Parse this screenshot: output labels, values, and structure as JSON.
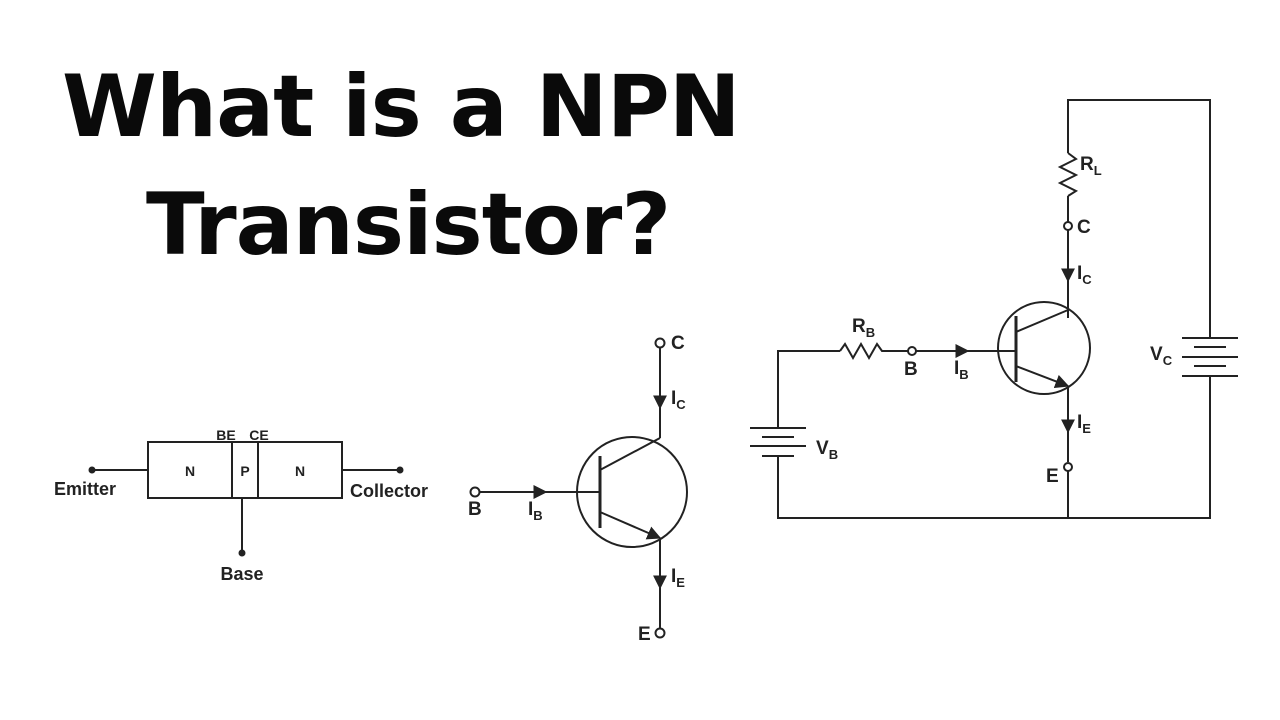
{
  "title": {
    "line1": "What is a NPN",
    "line2": "Transistor?"
  },
  "junction_diagram": {
    "regions": [
      "N",
      "P",
      "N"
    ],
    "junction_labels": [
      "BE",
      "CE"
    ],
    "terminals": {
      "left": "Emitter",
      "right": "Collector",
      "bottom": "Base"
    }
  },
  "symbol_diagram": {
    "collector": "C",
    "base": "B",
    "emitter": "E",
    "collector_current": {
      "main": "I",
      "sub": "C"
    },
    "base_current": {
      "main": "I",
      "sub": "B"
    },
    "emitter_current": {
      "main": "I",
      "sub": "E"
    }
  },
  "circuit_diagram": {
    "load_resistor": {
      "main": "R",
      "sub": "L"
    },
    "base_resistor": {
      "main": "R",
      "sub": "B"
    },
    "collector": "C",
    "base": "B",
    "emitter": "E",
    "collector_current": {
      "main": "I",
      "sub": "C"
    },
    "base_current": {
      "main": "I",
      "sub": "B"
    },
    "emitter_current": {
      "main": "I",
      "sub": "E"
    },
    "base_supply": {
      "main": "V",
      "sub": "B"
    },
    "collector_supply": {
      "main": "V",
      "sub": "C"
    }
  },
  "colors": {
    "ink": "#222222",
    "title": "#0a0a0a",
    "background": "#ffffff"
  }
}
